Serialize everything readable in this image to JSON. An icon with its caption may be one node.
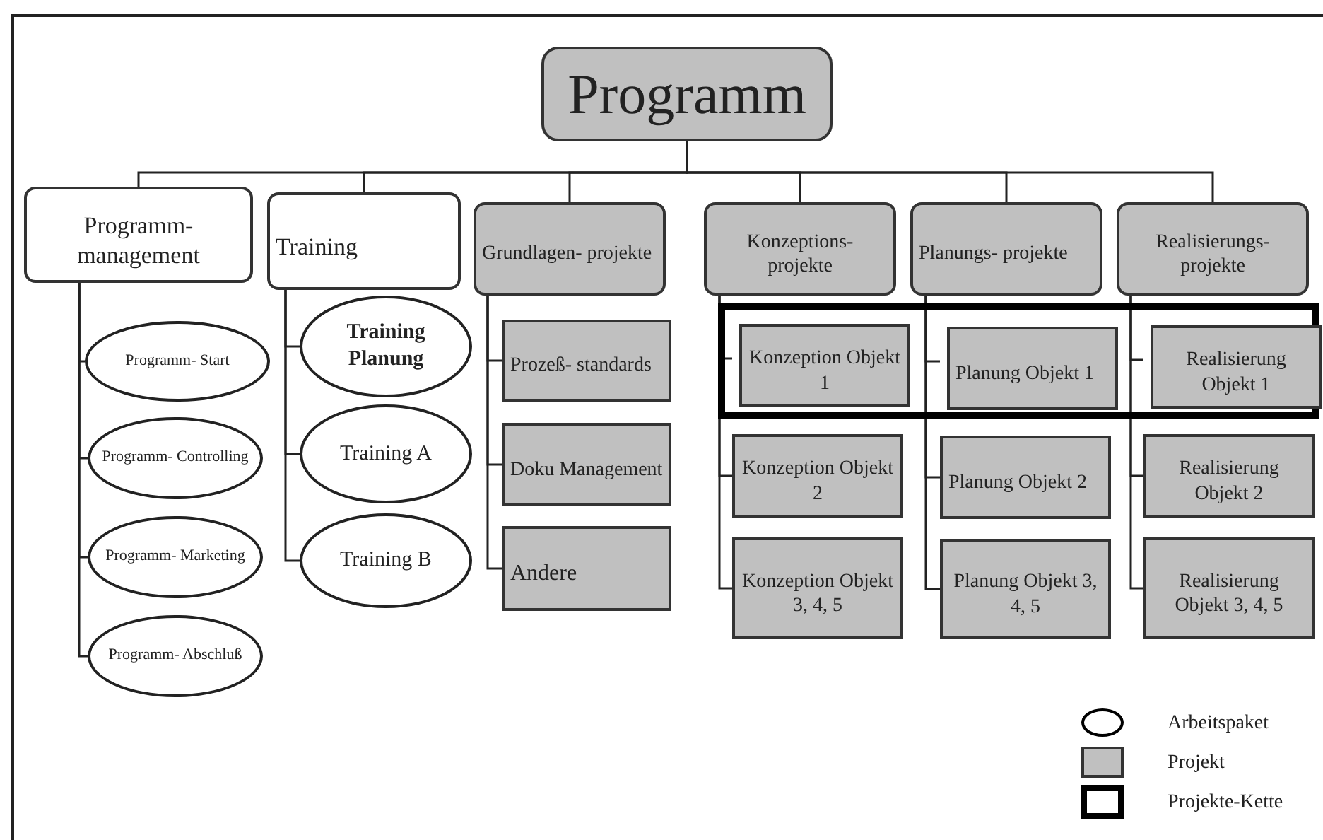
{
  "diagram": {
    "nodes": [
      {
        "text": [
          "Programm"
        ]
      },
      {
        "text": [
          "Programm- management"
        ]
      },
      {
        "text": [
          "Training"
        ]
      },
      {
        "text": [
          "Grundlagen- projekte"
        ]
      },
      {
        "text": [
          "Konzeptions- projekte"
        ]
      },
      {
        "text": [
          "Planungs- projekte"
        ]
      },
      {
        "text": [
          "Realisierungs- projekte"
        ]
      },
      {
        "text": [
          "Programm- Start"
        ]
      },
      {
        "text": [
          "Programm- Controlling"
        ]
      },
      {
        "text": [
          "Programm- Marketing"
        ]
      },
      {
        "text": [
          "Programm- Abschluß"
        ]
      },
      {
        "text": [
          "Training Planung"
        ]
      },
      {
        "text": [
          "Training A"
        ]
      },
      {
        "text": [
          "Training B"
        ]
      },
      {
        "text": [
          "Prozeß- standards"
        ]
      },
      {
        "text": [
          "Doku Management"
        ]
      },
      {
        "text": [
          "Andere"
        ]
      },
      {
        "text": [],
        "shape": "box"
      },
      {
        "text": [
          "Konzeption Objekt 1"
        ],
        "in": 17
      },
      {
        "text": [
          "Planung Objekt 1"
        ],
        "in": 17
      },
      {
        "text": [
          "Realisierung Objekt 1"
        ],
        "in": 17
      },
      {
        "text": [
          "Konzeption Objekt 2"
        ]
      },
      {
        "text": [
          "Planung Objekt 2"
        ]
      },
      {
        "text": [
          "Realisierung Objekt 2"
        ]
      },
      {
        "text": [
          "Konzeption Objekt 3, 4, 5"
        ]
      },
      {
        "text": [
          "Planung Objekt 3, 4, 5"
        ]
      },
      {
        "text": [
          "Realisierung Objekt 3, 4, 5"
        ]
      }
    ],
    "edges": [
      {
        "from": 0,
        "to": 1,
        "arrow": "none"
      },
      {
        "from": 0,
        "to": 2,
        "arrow": "none"
      },
      {
        "from": 0,
        "to": 3,
        "arrow": "none"
      },
      {
        "from": 0,
        "to": 4,
        "arrow": "none"
      },
      {
        "from": 0,
        "to": 5,
        "arrow": "none"
      },
      {
        "from": 0,
        "to": 6,
        "arrow": "none"
      },
      {
        "from": 1,
        "to": 7,
        "arrow": "none"
      },
      {
        "from": 1,
        "to": 8,
        "arrow": "none"
      },
      {
        "from": 1,
        "to": 9,
        "arrow": "none"
      },
      {
        "from": 1,
        "to": 10,
        "arrow": "none"
      },
      {
        "from": 2,
        "to": 11,
        "arrow": "none"
      },
      {
        "from": 2,
        "to": 12,
        "arrow": "none"
      },
      {
        "from": 2,
        "to": 13,
        "arrow": "none"
      },
      {
        "from": 3,
        "to": 14,
        "arrow": "none"
      },
      {
        "from": 3,
        "to": 15,
        "arrow": "none"
      },
      {
        "from": 3,
        "to": 16,
        "arrow": "none"
      },
      {
        "from": 4,
        "to": 18,
        "arrow": "none"
      },
      {
        "from": 4,
        "to": 21,
        "arrow": "none"
      },
      {
        "from": 4,
        "to": 24,
        "arrow": "none"
      },
      {
        "from": 5,
        "to": 19,
        "arrow": "none"
      },
      {
        "from": 5,
        "to": 22,
        "arrow": "none"
      },
      {
        "from": 5,
        "to": 25,
        "arrow": "none"
      },
      {
        "from": 6,
        "to": 20,
        "arrow": "none"
      },
      {
        "from": 6,
        "to": 23,
        "arrow": "none"
      },
      {
        "from": 6,
        "to": 26,
        "arrow": "none"
      }
    ],
    "legend": [
      {
        "text": "Arbeitspaket"
      },
      {
        "text": "Projekt",
        "color": "#c0c0c0"
      },
      {
        "text": "Projekte-Kette"
      }
    ]
  }
}
